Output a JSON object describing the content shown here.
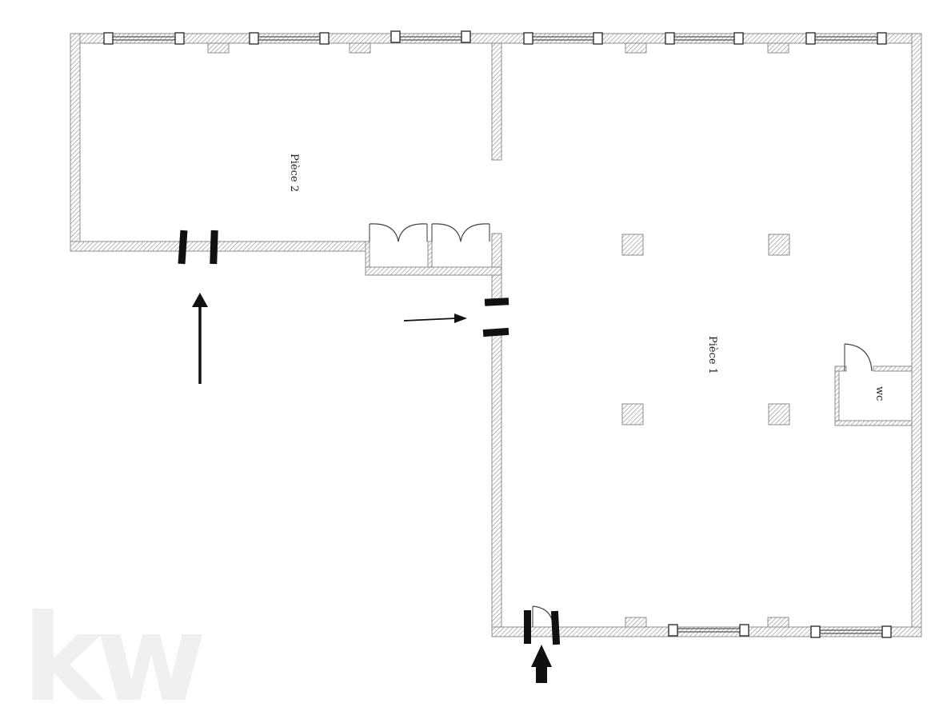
{
  "rooms": {
    "room_1": "Pièce 1",
    "room_2": "Pièce 2",
    "wc": "wc"
  },
  "watermark": "kw",
  "colors": {
    "wall_hatch": "#9a9a9a",
    "wall_outline": "#8c8c8c",
    "marker": "#111111",
    "watermark": "#f0f0f0"
  },
  "icons": [
    "window-icon",
    "door-icon",
    "double-door-icon",
    "pillar-icon",
    "arrow-icon",
    "entrance-marker-icon"
  ]
}
